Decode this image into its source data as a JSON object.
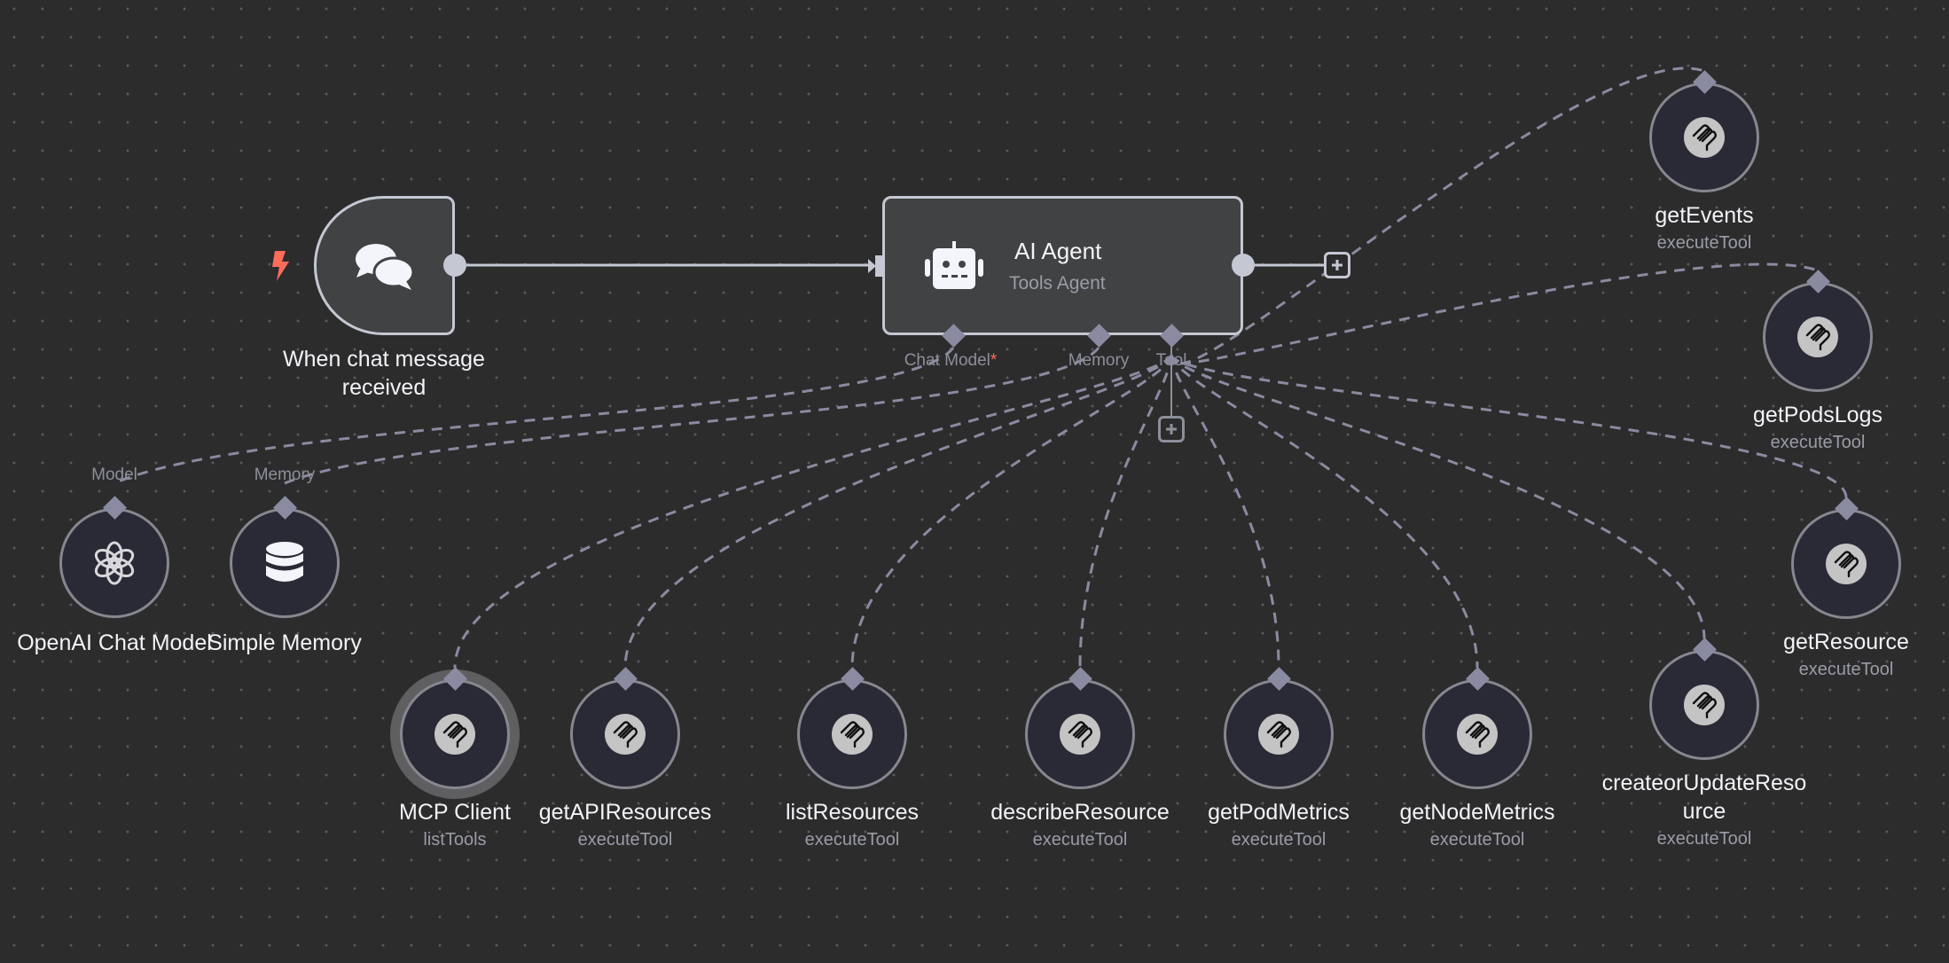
{
  "canvas": {
    "background": "#2c2c2d",
    "edge_color": "#8a8ba0",
    "node_border": "#c5c8d2",
    "accent_trigger": "#ff6d5a"
  },
  "trigger": {
    "title_line1": "When chat message",
    "title_line2": "received",
    "icon": "chat-bubbles-icon",
    "badge_icon": "lightning-bolt-icon"
  },
  "agent": {
    "title": "AI Agent",
    "subtitle": "Tools Agent",
    "icon": "robot-icon",
    "inputs": [
      {
        "label": "Chat Model",
        "required_mark": "*"
      },
      {
        "label": "Memory"
      },
      {
        "label": "Tool"
      }
    ]
  },
  "sub_nodes": {
    "model": {
      "title": "OpenAI Chat Model",
      "port_label": "Model",
      "icon": "openai-icon"
    },
    "memory": {
      "title": "Simple Memory",
      "port_label": "Memory",
      "icon": "database-icon"
    }
  },
  "tools": [
    {
      "id": "mcp",
      "title": "MCP Client",
      "subtitle": "listTools",
      "selected": true
    },
    {
      "id": "api",
      "title": "getAPIResources",
      "subtitle": "executeTool"
    },
    {
      "id": "list",
      "title": "listResources",
      "subtitle": "executeTool"
    },
    {
      "id": "describe",
      "title": "describeResource",
      "subtitle": "executeTool"
    },
    {
      "id": "podm",
      "title": "getPodMetrics",
      "subtitle": "executeTool"
    },
    {
      "id": "nodem",
      "title": "getNodeMetrics",
      "subtitle": "executeTool"
    },
    {
      "id": "cu",
      "title_line1": "createorUpdateReso",
      "title_line2": "urce",
      "subtitle": "executeTool"
    },
    {
      "id": "getres",
      "title": "getResource",
      "subtitle": "executeTool"
    },
    {
      "id": "logs",
      "title": "getPodsLogs",
      "subtitle": "executeTool"
    },
    {
      "id": "events",
      "title": "getEvents",
      "subtitle": "executeTool"
    }
  ],
  "tool_icon": "mcp-icon",
  "add_buttons": {
    "after_agent": "add-node-icon",
    "add_tool": "add-tool-icon"
  }
}
